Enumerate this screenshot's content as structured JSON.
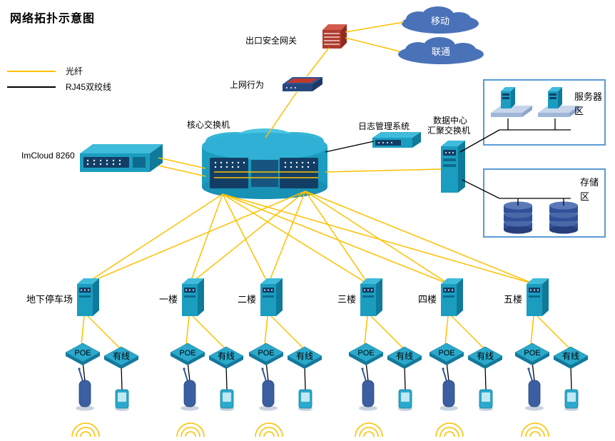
{
  "title": "网络拓扑示意图",
  "legend": {
    "fiber_label": "光纤",
    "rj45_label": "RJ45双绞线"
  },
  "isp_clouds": [
    {
      "label": "移动"
    },
    {
      "label": "联通"
    }
  ],
  "nodes": {
    "gateway_label": "出口安全网关",
    "behavior_label": "上网行为",
    "core_switch_label": "核心交换机",
    "imcloud_label": "ImCloud 8260",
    "log_system_label": "日志管理系统",
    "dc_switch_label_line1": "数据中心",
    "dc_switch_label_line2": "汇聚交换机",
    "server_zone_label": "服务器区",
    "storage_zone_label": "存储区"
  },
  "floors": [
    {
      "label": "地下停车场",
      "poe_label": "POE",
      "wired_label": "有线"
    },
    {
      "label": "一楼",
      "poe_label": "POE",
      "wired_label": "有线"
    },
    {
      "label": "二楼",
      "poe_label": "POE",
      "wired_label": "有线"
    },
    {
      "label": "三楼",
      "poe_label": "POE",
      "wired_label": "有线"
    },
    {
      "label": "四楼",
      "poe_label": "POE",
      "wired_label": "有线"
    },
    {
      "label": "五楼",
      "poe_label": "POE",
      "wired_label": "有线"
    }
  ],
  "colors": {
    "fiber": "#FFC000",
    "rj45": "#000000",
    "device_teal": "#1B9DC0",
    "cloud_blue": "#4A72B8",
    "gateway_red": "#B03A2E",
    "zone_border": "#5B9BD5"
  }
}
